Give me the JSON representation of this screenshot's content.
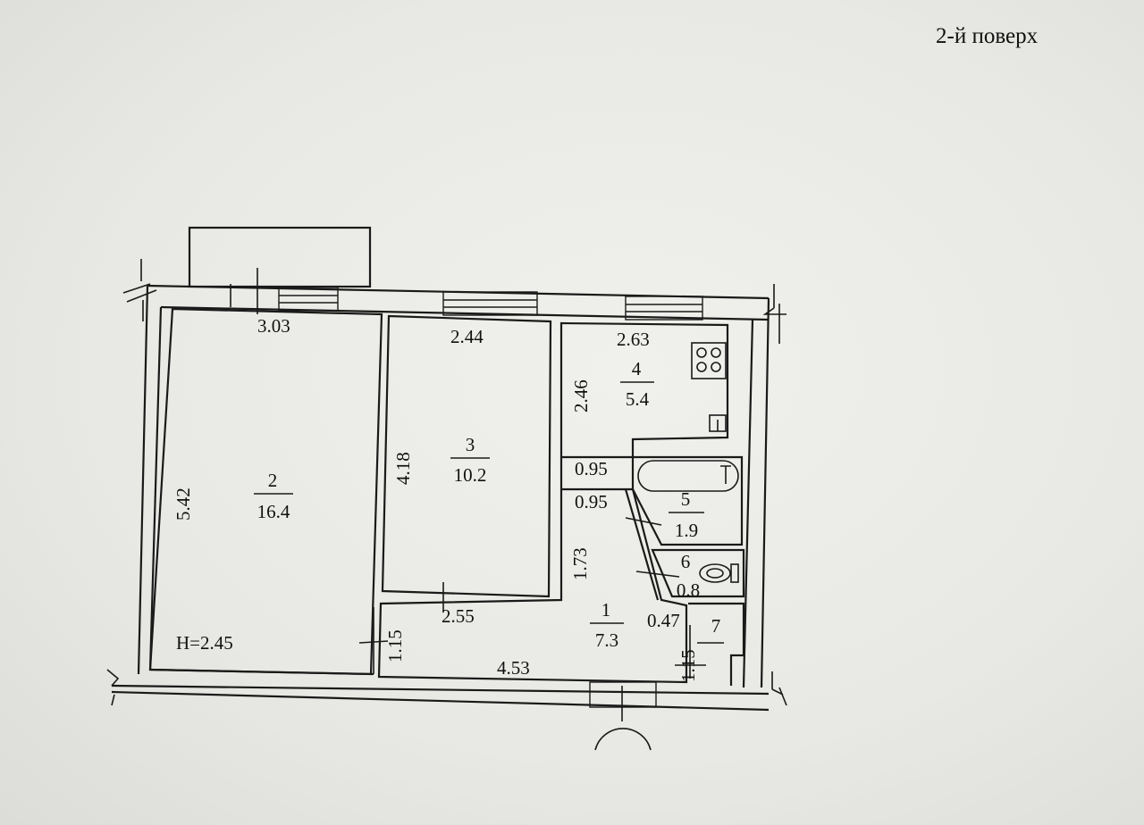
{
  "floor_label": "2-й поверх",
  "height_label": "H=2.45",
  "rooms": [
    {
      "id": "2",
      "number": "2",
      "area": "16.4"
    },
    {
      "id": "3",
      "number": "3",
      "area": "10.2"
    },
    {
      "id": "4",
      "number": "4",
      "area": "5.4"
    },
    {
      "id": "5",
      "number": "5",
      "area": "1.9"
    },
    {
      "id": "6",
      "number": "6",
      "area": "0.8"
    },
    {
      "id": "1",
      "number": "1",
      "area": "7.3"
    },
    {
      "id": "7",
      "number": "7"
    }
  ],
  "dimensions": {
    "room2_width": "3.03",
    "room2_length": "5.42",
    "room3_width": "2.44",
    "room3_length": "4.18",
    "room3_bottom": "2.55",
    "room4_width": "2.63",
    "room4_length": "2.46",
    "bath_top": "0.95",
    "bath_bottom": "0.95",
    "hall_side": "1.73",
    "hall_small": "1.15",
    "hall_bottom": "4.53",
    "closet_width": "0.47",
    "closet_length": "1.15"
  }
}
